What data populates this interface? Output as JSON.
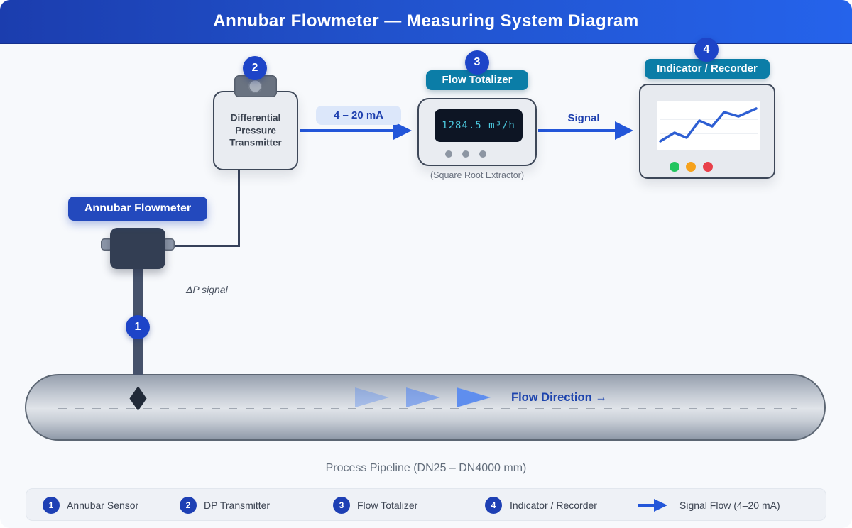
{
  "header": {
    "title": "Annubar Flowmeter — Measuring System Diagram"
  },
  "transmitter": {
    "badge": "2",
    "name": "Differential\nPressure\nTransmitter"
  },
  "totalizer": {
    "badge": "3",
    "title": "Flow Totalizer",
    "display_value": "1284.5 m³/h",
    "caption": "(Square Root Extractor)"
  },
  "indicator": {
    "badge": "4",
    "title": "Indicator / Recorder"
  },
  "annubar": {
    "badge": "1",
    "label": "Annubar Flowmeter",
    "dp_signal": "ΔP signal"
  },
  "signals": {
    "current_loop": "4 – 20 mA",
    "signal": "Signal"
  },
  "pipeline": {
    "flow_direction": "Flow Direction →",
    "caption": "Process Pipeline (DN25 – DN4000 mm)"
  },
  "legend": {
    "items": [
      {
        "badge": "1",
        "label": "Annubar Sensor"
      },
      {
        "badge": "2",
        "label": "DP Transmitter"
      },
      {
        "badge": "3",
        "label": "Flow Totalizer"
      },
      {
        "badge": "4",
        "label": "Indicator / Recorder"
      }
    ],
    "signal_flow_label": "Signal Flow (4–20 mA)"
  },
  "colors": {
    "header_blue_left": "#1b3dae",
    "header_blue_right": "#2563eb",
    "badge_blue": "#1d44c8",
    "accent_arrow_blue": "#2356d9",
    "teal_label": "#0b7da7",
    "annubar_label_blue": "#2349bd",
    "display_background": "#0d1524",
    "display_text": "#4cc9df",
    "status_green": "#22c55e",
    "status_orange": "#f6a21c",
    "status_red": "#e8404a",
    "pipe_gray": "#c6ccd5",
    "sensor_slate": "#333e53"
  }
}
